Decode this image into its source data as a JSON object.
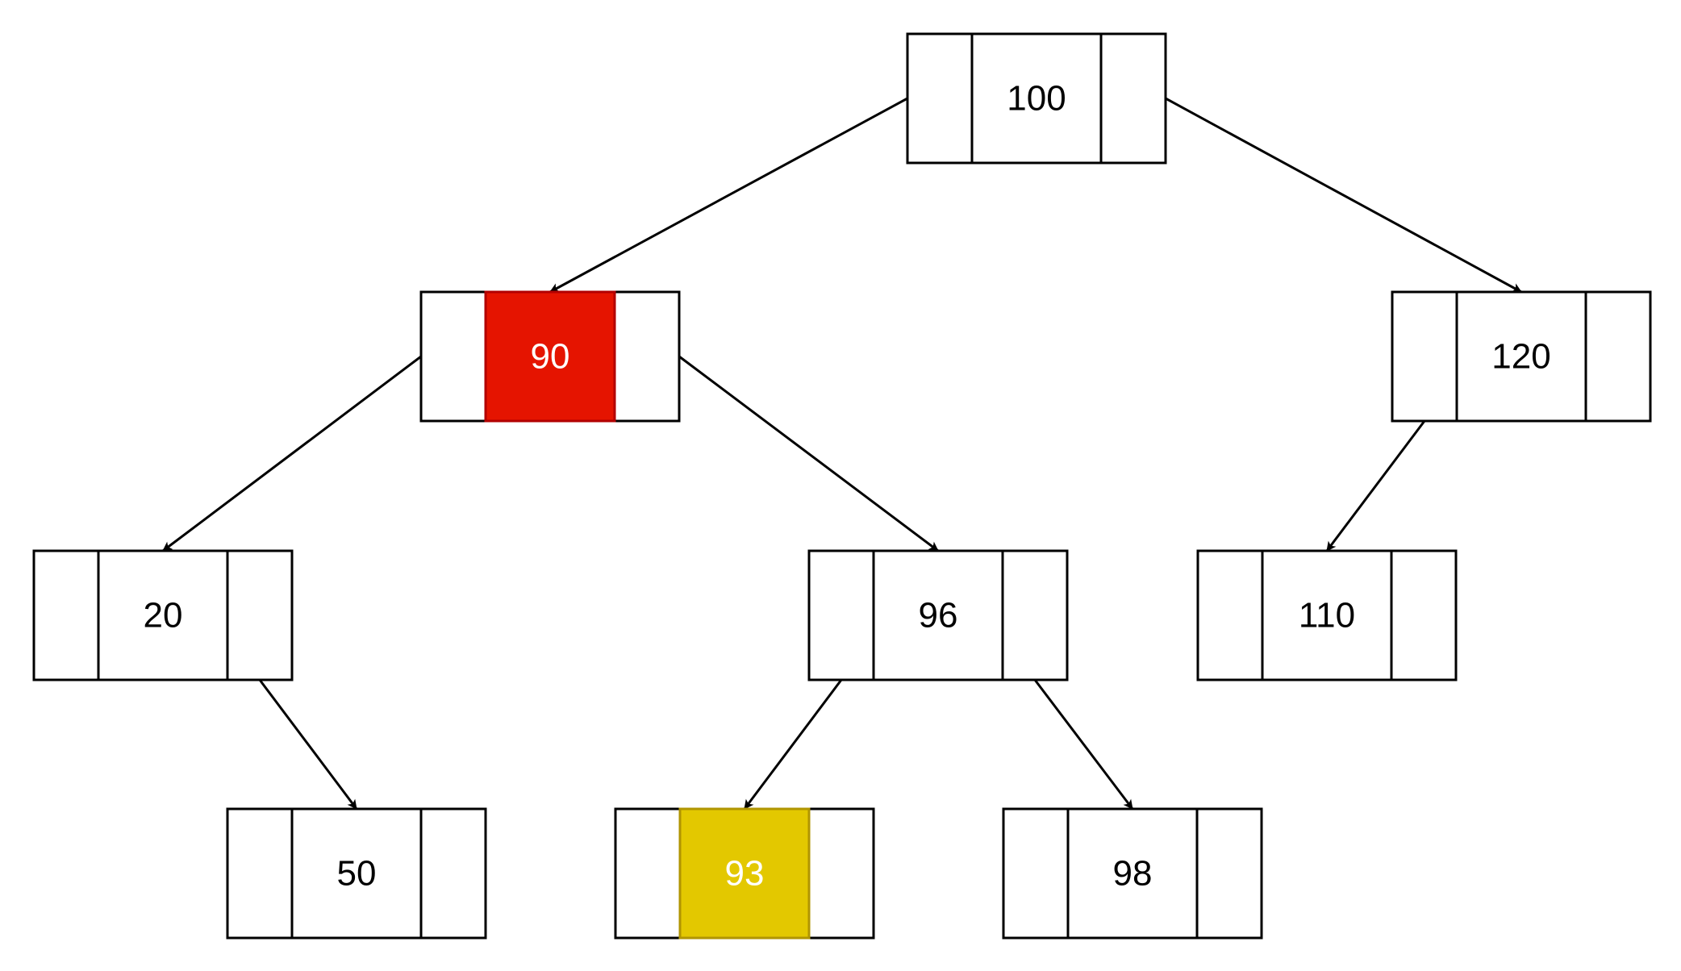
{
  "colors": {
    "background": "#ffffff",
    "stroke": "#000000",
    "default_fill": "#ffffff",
    "default_text": "#000000",
    "highlight_red_fill": "#e51400",
    "highlight_red_stroke": "#b20000",
    "highlight_yellow_fill": "#e3c800",
    "highlight_yellow_stroke": "#b09500",
    "highlight_text": "#ffffff"
  },
  "tree": {
    "nodes": [
      {
        "id": "n100",
        "value": "100",
        "highlight": ""
      },
      {
        "id": "n90",
        "value": "90",
        "highlight": "red"
      },
      {
        "id": "n120",
        "value": "120",
        "highlight": ""
      },
      {
        "id": "n20",
        "value": "20",
        "highlight": ""
      },
      {
        "id": "n96",
        "value": "96",
        "highlight": ""
      },
      {
        "id": "n110",
        "value": "110",
        "highlight": ""
      },
      {
        "id": "n50",
        "value": "50",
        "highlight": ""
      },
      {
        "id": "n93",
        "value": "93",
        "highlight": "yellow"
      },
      {
        "id": "n98",
        "value": "98",
        "highlight": ""
      }
    ],
    "edges": [
      {
        "from": "n100",
        "to": "n90",
        "side": "left"
      },
      {
        "from": "n100",
        "to": "n120",
        "side": "right"
      },
      {
        "from": "n90",
        "to": "n20",
        "side": "left"
      },
      {
        "from": "n90",
        "to": "n96",
        "side": "right"
      },
      {
        "from": "n120",
        "to": "n110",
        "side": "left"
      },
      {
        "from": "n20",
        "to": "n50",
        "side": "right"
      },
      {
        "from": "n96",
        "to": "n93",
        "side": "left"
      },
      {
        "from": "n96",
        "to": "n98",
        "side": "right"
      }
    ]
  }
}
